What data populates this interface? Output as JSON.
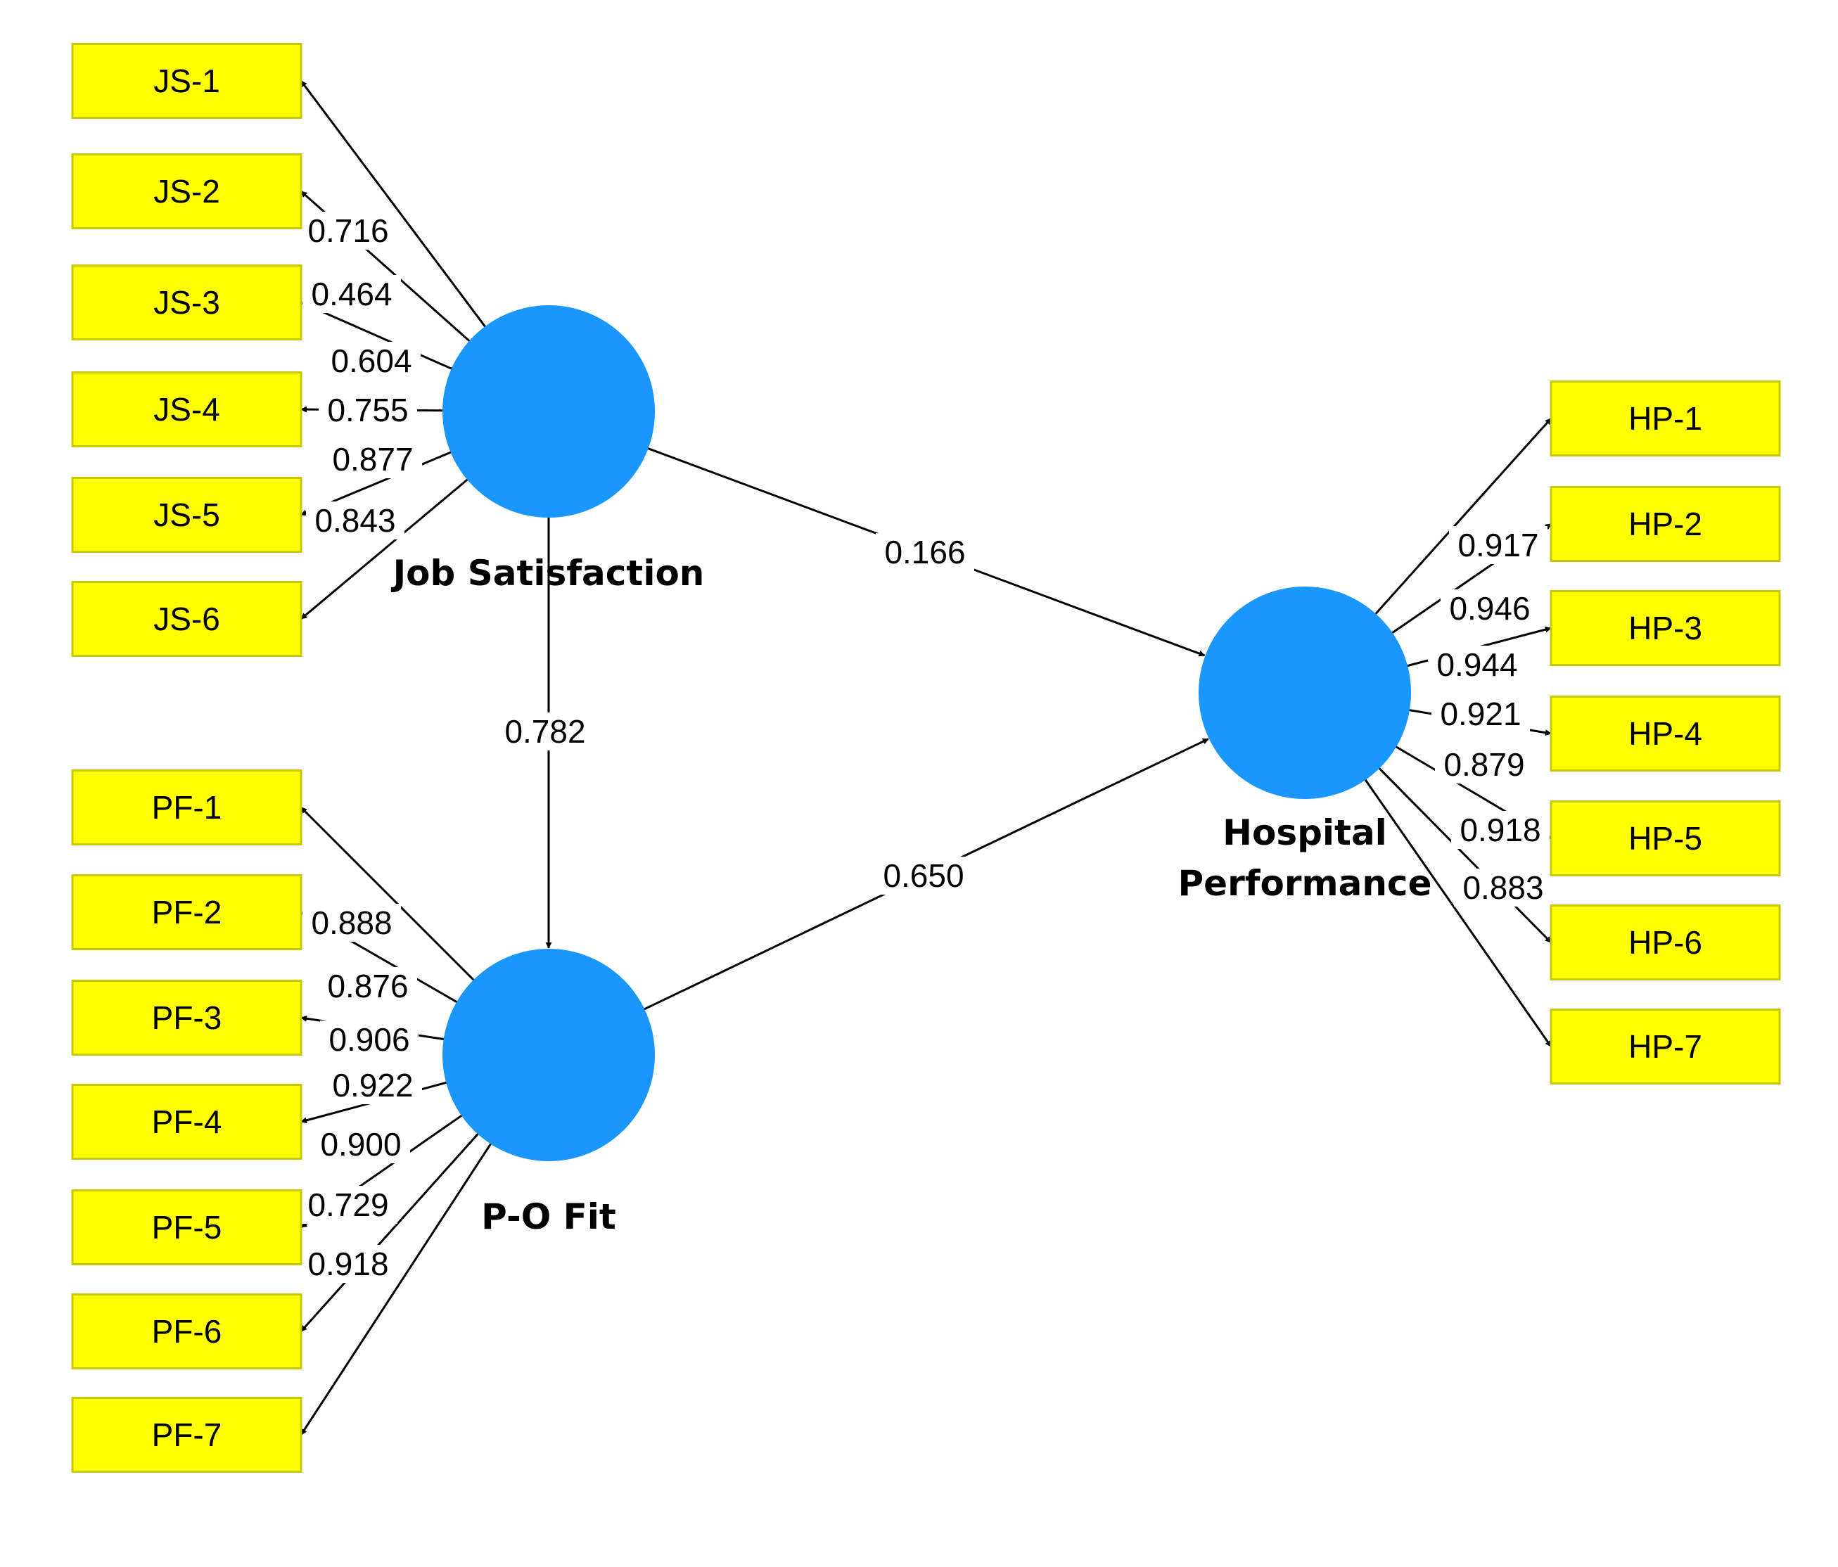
{
  "constructs": [
    {
      "id": "js",
      "name_lines": [
        "Job Satisfaction"
      ]
    },
    {
      "id": "pf",
      "name_lines": [
        "P-O Fit"
      ]
    },
    {
      "id": "hp",
      "name_lines": [
        "Hospital",
        "Performance"
      ]
    }
  ],
  "indicators": {
    "js": [
      "JS-1",
      "JS-2",
      "JS-3",
      "JS-4",
      "JS-5",
      "JS-6"
    ],
    "pf": [
      "PF-1",
      "PF-2",
      "PF-3",
      "PF-4",
      "PF-5",
      "PF-6",
      "PF-7"
    ],
    "hp": [
      "HP-1",
      "HP-2",
      "HP-3",
      "HP-4",
      "HP-5",
      "HP-6",
      "HP-7"
    ]
  },
  "loadings": {
    "js": [
      "0.716",
      "0.464",
      "0.604",
      "0.755",
      "0.877",
      "0.843"
    ],
    "pf": [
      "0.888",
      "0.876",
      "0.906",
      "0.922",
      "0.900",
      "0.729",
      "0.918"
    ],
    "hp": [
      "0.917",
      "0.946",
      "0.944",
      "0.921",
      "0.879",
      "0.918",
      "0.883"
    ]
  },
  "paths": [
    {
      "from": "js",
      "to": "hp",
      "coefficient": "0.166"
    },
    {
      "from": "js",
      "to": "pf",
      "coefficient": "0.782"
    },
    {
      "from": "pf",
      "to": "hp",
      "coefficient": "0.650"
    }
  ],
  "colors": {
    "construct_fill": "#1a96ff",
    "indicator_fill": "#ffff00",
    "line": "#000000"
  }
}
